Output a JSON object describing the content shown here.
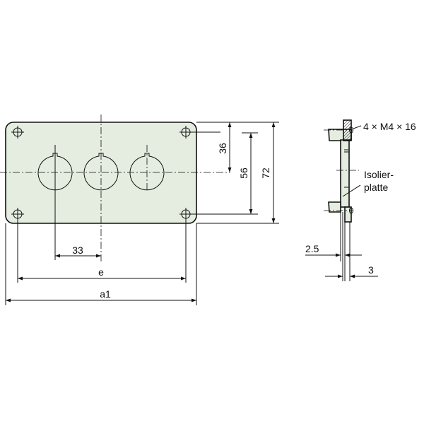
{
  "front_view": {
    "dim_36": "36",
    "dim_56": "56",
    "dim_72": "72",
    "dim_33": "33",
    "dim_e": "e",
    "dim_a1": "a1"
  },
  "side_view": {
    "screw_label": "4 × M4 × 16",
    "insulation_label_line1": "Isolier-",
    "insulation_label_line2": "platte",
    "dim_2_5": "2.5",
    "dim_3": "3"
  },
  "colors": {
    "plate_fill": "#e4ede0",
    "line": "#111111"
  }
}
